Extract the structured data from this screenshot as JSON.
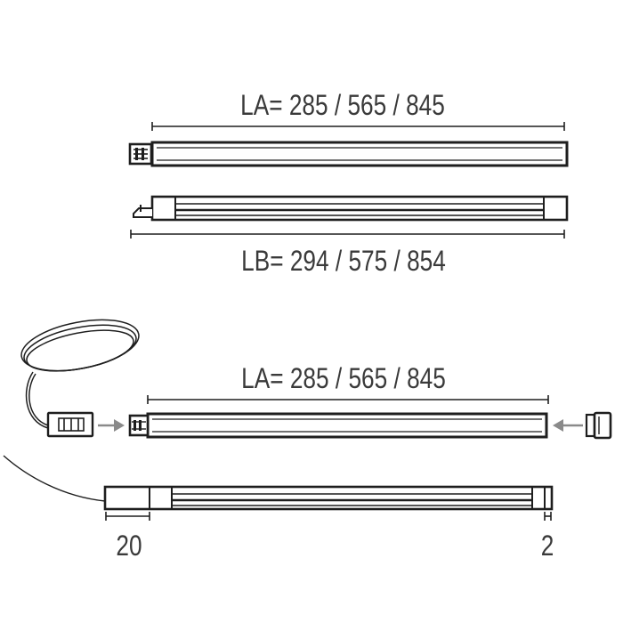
{
  "top_assembly": {
    "la_label": "LA= 285 / 565 / 845",
    "lb_label": "LB= 294 / 575 / 854"
  },
  "bottom_assembly": {
    "la_label": "LA= 285 / 565 / 845",
    "left_offset_label": "20",
    "right_offset_label": "2"
  },
  "colors": {
    "line": "#1e1e1e",
    "text": "#3a3a3a",
    "arrow": "#8a8a8a",
    "bar_fill": "#ffffff"
  }
}
